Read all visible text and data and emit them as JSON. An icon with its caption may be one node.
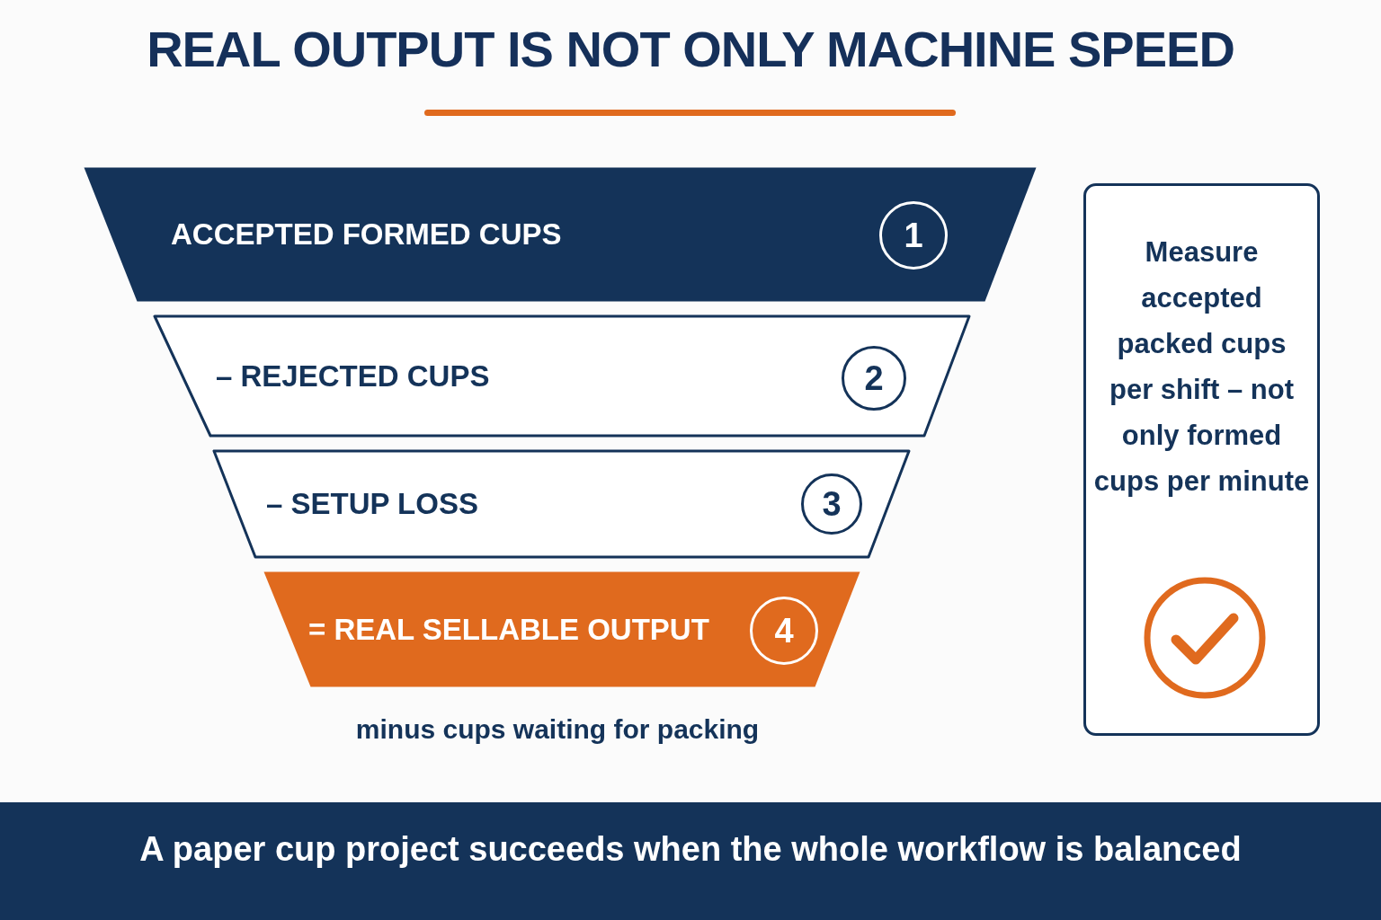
{
  "diagram": {
    "title": "REAL OUTPUT IS NOT ONLY MACHINE SPEED",
    "caption": "A paper cup project succeeds when the whole workflow is balanced",
    "nodes": [
      {
        "text": [
          "ACCEPTED FORMED CUPS",
          "1"
        ]
      },
      {
        "text": [
          "– REJECTED CUPS",
          "2"
        ]
      },
      {
        "text": [
          "– SETUP LOSS",
          "3"
        ]
      },
      {
        "text": [
          "= REAL SELLABLE OUTPUT",
          "4"
        ]
      },
      {
        "text": [
          "Measure accepted packed cups per shift – not only formed cups per minute"
        ]
      }
    ],
    "edges": [],
    "labels": [
      "minus cups waiting for packing"
    ]
  }
}
